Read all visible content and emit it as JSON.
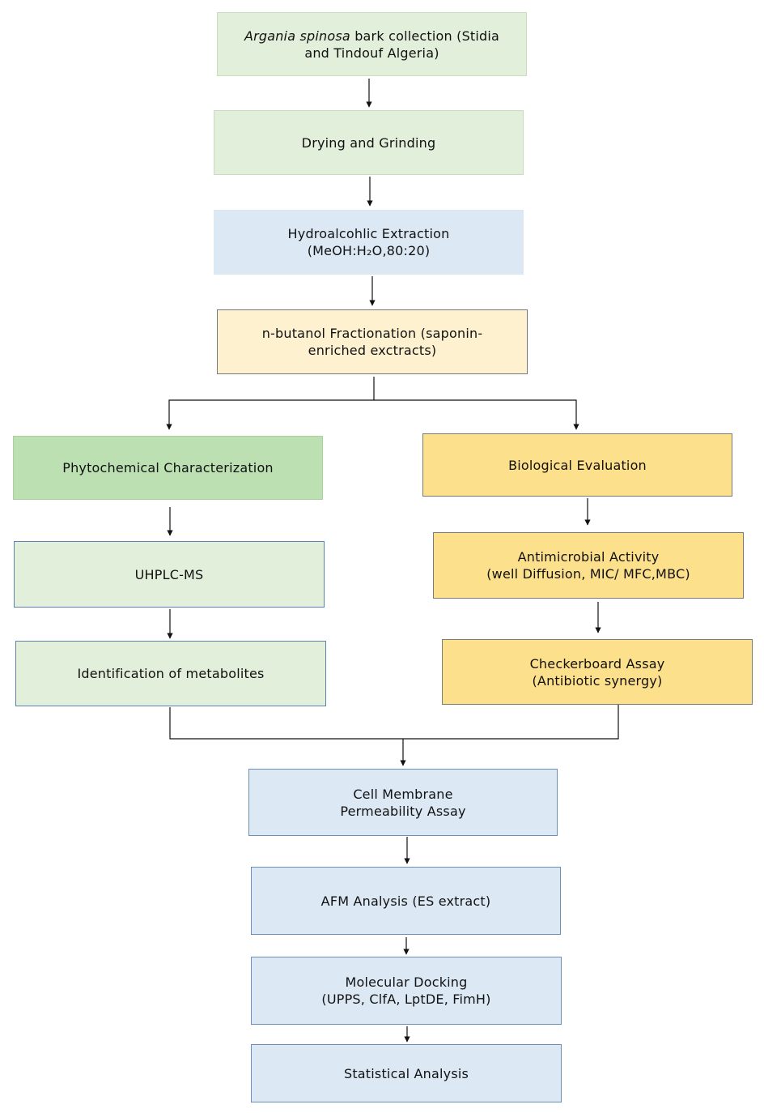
{
  "nodes": {
    "collection": {
      "italic": "Argania spinosa",
      "text1": " bark collection (Stidia",
      "text2": "and Tindouf Algeria)"
    },
    "drying": {
      "text": "Drying and Grinding"
    },
    "extraction": {
      "line1": "Hydroalcohlic Extraction",
      "line2": "(MeOH:H₂O,80:20)"
    },
    "fractionation": {
      "line1": "n-butanol Fractionation (saponin-",
      "line2": "enriched exctracts)"
    },
    "phytochem": {
      "text": "Phytochemical Characterization"
    },
    "bio_eval": {
      "text": "Biological Evaluation"
    },
    "uhplc": {
      "text": "UHPLC-MS"
    },
    "antimicrobial": {
      "line1": "Antimicrobial Activity",
      "line2": "(well Diffusion, MIC/ MFC,MBC)"
    },
    "identification": {
      "text": "Identification of metabolites"
    },
    "checkerboard": {
      "line1": "Checkerboard Assay",
      "line2": "(Antibiotic synergy)"
    },
    "membrane": {
      "line1": "Cell Membrane",
      "line2": "Permeability Assay"
    },
    "afm": {
      "text": "AFM Analysis (ES  extract)"
    },
    "docking": {
      "line1": "Molecular Docking",
      "line2": "(UPPS, ClfA, LptDE, FimH)"
    },
    "statistics": {
      "text": "Statistical Analysis"
    }
  },
  "colors": {
    "light_green": "#e2efdb",
    "green": "#bde0b2",
    "light_blue": "#dce9f5",
    "light_yellow": "#fef1cf",
    "yellow": "#fde08b",
    "connector": "#111111"
  }
}
